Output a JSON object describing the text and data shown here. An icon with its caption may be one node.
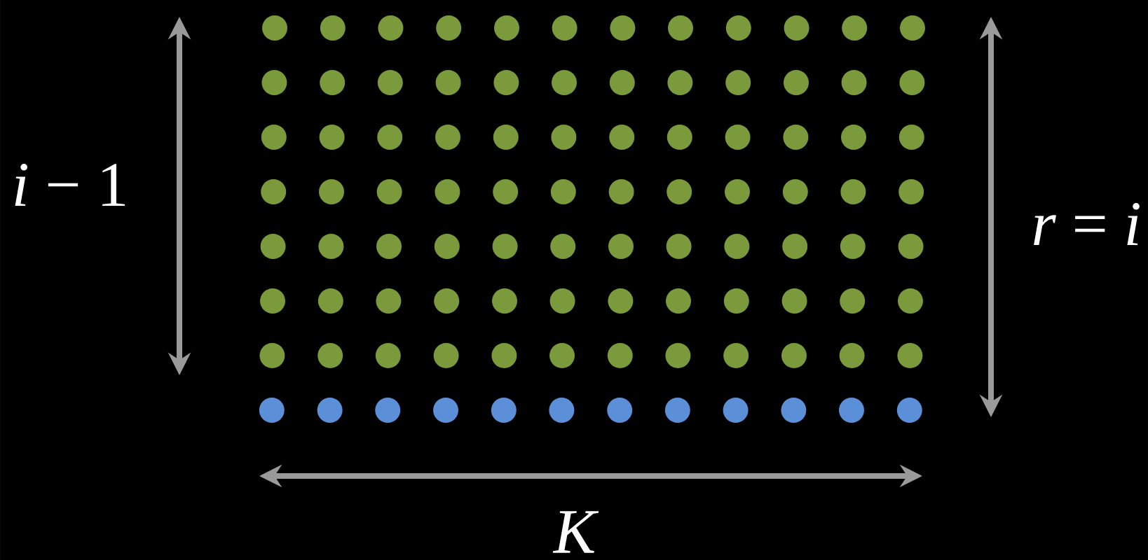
{
  "diagram": {
    "labels": [
      "*i* − 1",
      "*r* = *i*",
      "K"
    ]
  }
}
